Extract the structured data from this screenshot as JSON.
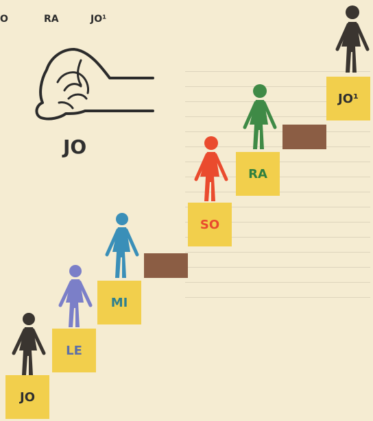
{
  "top_labels": [
    "O",
    "RA",
    "JO¹"
  ],
  "hand_sign": {
    "caption": "JO",
    "icon": "hand-sign-jo-icon"
  },
  "steps": [
    {
      "label": "JO",
      "label_color": "#2f2f2f"
    },
    {
      "label": "LE",
      "label_color": "#5c6fa8"
    },
    {
      "label": "MI",
      "label_color": "#2f7f8f"
    },
    {
      "label": "",
      "label_color": "#000000"
    },
    {
      "label": "SO",
      "label_color": "#e94b2e"
    },
    {
      "label": "RA",
      "label_color": "#2f7f3f"
    },
    {
      "label": "",
      "label_color": "#000000"
    },
    {
      "label": "JO¹",
      "label_color": "#2f2f2f"
    }
  ],
  "figure_colors": {
    "jo": "#3a3530",
    "le": "#7b7fc8",
    "mi": "#3a8fb8",
    "so": "#ea4b2e",
    "ra": "#3f8a46",
    "jo_high": "#3a3530"
  },
  "colors": {
    "background": "#f5ecd2",
    "step": "#f2cf4c",
    "gap": "#8b5d44"
  }
}
